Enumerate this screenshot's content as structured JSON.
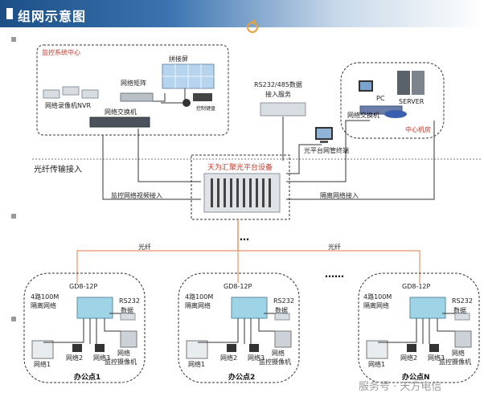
{
  "title": "组网示意图",
  "monitor_center": {
    "title": "监控系统中心",
    "wall": "拼接屏",
    "matrix": "网络矩阵",
    "nvr": "网络录像机NVR",
    "switch": "网络交换机",
    "keyboard": "控制键盘"
  },
  "rs232_service": {
    "line1": "RS232/485数据",
    "line2": "接入服务"
  },
  "nms_terminal": "光平台网管终端",
  "central_room": {
    "title": "中心机房",
    "pc": "PC",
    "server": "SERVER",
    "switch": "网络交换机"
  },
  "fiber_access": "光纤传输接入",
  "platform": "天为汇聚光平台设备",
  "video_access": "监控网络视频接入",
  "isolated_access": "隔离网络接入",
  "fiber": "光纤",
  "ellipsis_top": "…",
  "ellipsis_mid": "……",
  "offices": [
    {
      "device": "GD8-12P",
      "ports": "4路100M",
      "isolated": "隔离网络",
      "rs232": "RS232",
      "data": "数据",
      "net1": "网络1",
      "net2": "网络2",
      "net3": "网络3",
      "camera": "网络",
      "camera2": "监控摄像机",
      "name": "办公点1"
    },
    {
      "device": "GD8-12P",
      "ports": "4路100M",
      "isolated": "隔离网络",
      "rs232": "RS232",
      "data": "数据",
      "net1": "网络1",
      "net2": "网络2",
      "net3": "网络3",
      "camera": "网络",
      "camera2": "监控摄像机",
      "name": "办公点2"
    },
    {
      "device": "GD8-12P",
      "ports": "4路100M",
      "isolated": "隔离网络",
      "rs232": "RS232",
      "data": "数据",
      "net1": "网络1",
      "net2": "网络2",
      "net3": "网络3",
      "camera": "网络",
      "camera2": "监控摄像机",
      "name": "办公点N"
    }
  ],
  "watermark": "服务号 · 天方电信",
  "colors": {
    "title_bar": "#1c4f86",
    "fiber_line": "#e2956b",
    "label_red": "#c0392b",
    "device": "#9fd3e6"
  }
}
